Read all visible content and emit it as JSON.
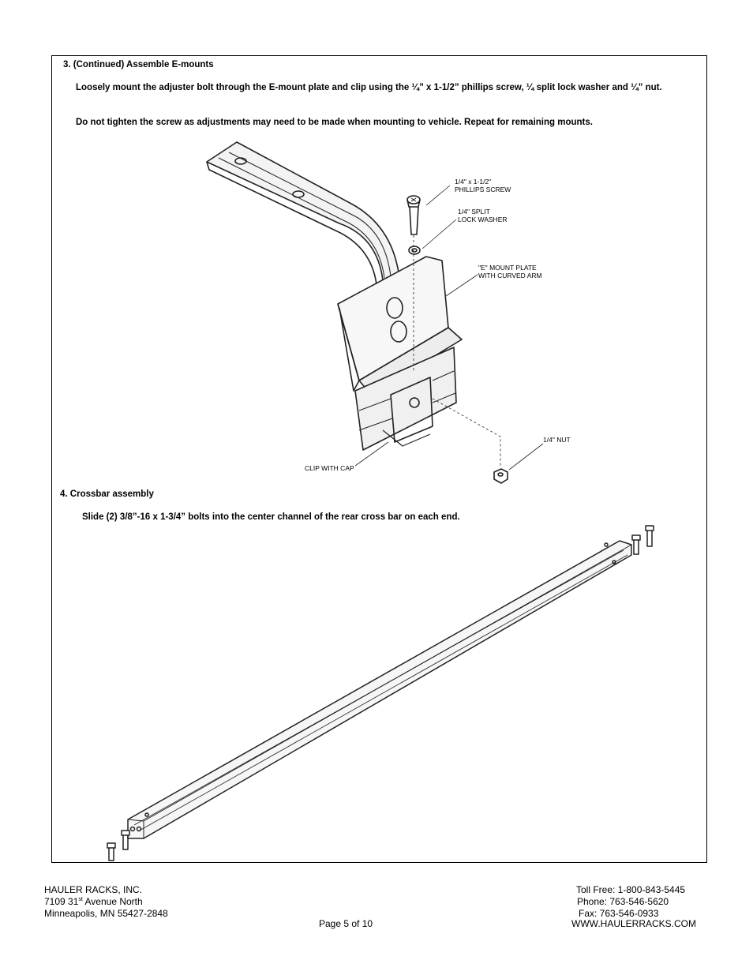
{
  "step3": {
    "heading": "3.  (Continued) Assemble E-mounts",
    "para1": "Loosely mount the adjuster bolt through the E-mount plate and clip using the ¼” x 1-1/2” phillips screw, ¼ split lock washer and ¼” nut.",
    "para2": "Do not tighten the screw as adjustments may need to be made when mounting to vehicle. Repeat for remaining mounts."
  },
  "diagram1": {
    "label_screw_1": "1/4\" x 1-1/2\"",
    "label_screw_2": "PHILLIPS SCREW",
    "label_washer_1": "1/4\" SPLIT",
    "label_washer_2": "LOCK WASHER",
    "label_plate_1": "\"E\" MOUNT PLATE",
    "label_plate_2": "WITH CURVED ARM",
    "label_nut": "1/4\" NUT",
    "label_clip": "CLIP WITH CAP"
  },
  "step4": {
    "heading": "4.  Crossbar assembly",
    "para1": "Slide (2) 3/8”-16 x 1-3/4” bolts into the center channel of the rear cross bar on each end."
  },
  "footer": {
    "company": "HAULER RACKS, INC.",
    "address_num": "7109 31",
    "address_sup": "st",
    "address_rest": " Avenue North",
    "city": "Minneapolis, MN 55427-2848",
    "page": "Page 5 of 10",
    "tollfree": "Toll Free: 1-800-843-5445",
    "phone": "Phone: 763-546-5620",
    "fax": "Fax: 763-546-0933",
    "web": "WWW.HAULERRACKS.COM"
  }
}
